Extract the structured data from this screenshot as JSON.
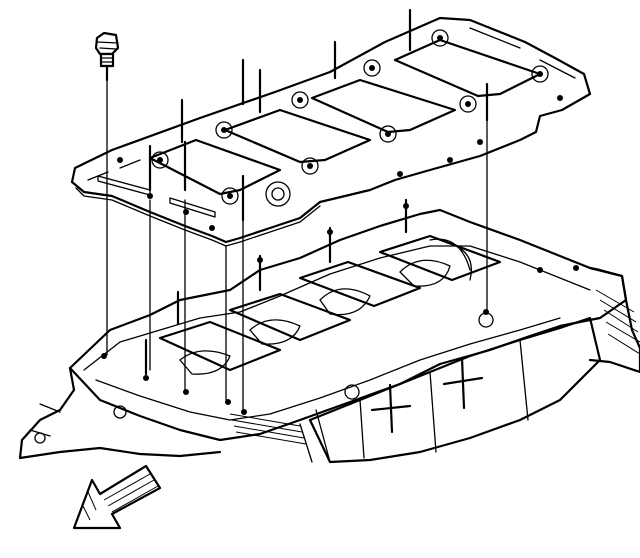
{
  "figure": {
    "kind": "exploded-assembly-line-drawing",
    "parts": [
      "bolt",
      "oil-pan-gasket-plate",
      "engine-block-lower-crankcase"
    ],
    "direction_arrow": "arrow-icon",
    "colors": {
      "ink": "#000000",
      "paper": "#ffffff"
    }
  }
}
